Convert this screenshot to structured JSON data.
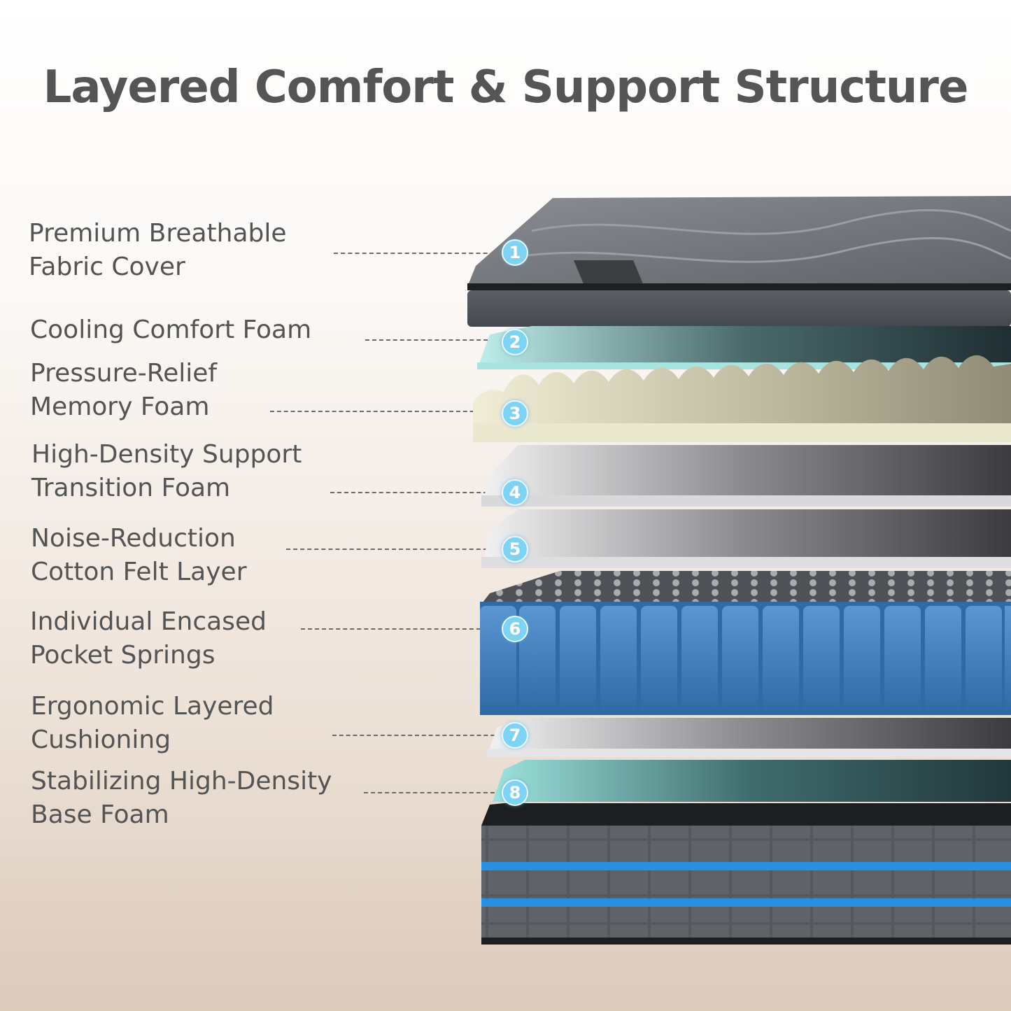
{
  "title": "Layered Comfort & Support Structure",
  "layers": [
    {
      "number": "1",
      "line1": "Premium Breathable",
      "line2": "Fabric Cover"
    },
    {
      "number": "2",
      "line1": "Cooling Comfort Foam",
      "line2": ""
    },
    {
      "number": "3",
      "line1": "Pressure-Relief",
      "line2": "Memory Foam"
    },
    {
      "number": "4",
      "line1": "High-Density Support",
      "line2": "Transition Foam"
    },
    {
      "number": "5",
      "line1": "Noise-Reduction",
      "line2": "Cotton Felt Layer"
    },
    {
      "number": "6",
      "line1": "Individual Encased",
      "line2": "Pocket Springs"
    },
    {
      "number": "7",
      "line1": "Ergonomic Layered",
      "line2": "Cushioning"
    },
    {
      "number": "8",
      "line1": "Stabilizing High-Density",
      "line2": "Base Foam"
    }
  ],
  "colors": {
    "cover": "#7a7d82",
    "cooling_foam": "#8fd3cf",
    "memory_foam": "#e6e3c8",
    "support_foam": "#d6d6d8",
    "felt": "#dcdcde",
    "springs": "#3f7fc0",
    "cushioning": "#e4e4e6",
    "base_foam": "#8fd3cf",
    "base": "#4a4d52",
    "stripe": "#2b8fe0",
    "badge": "#7fd3f2"
  }
}
